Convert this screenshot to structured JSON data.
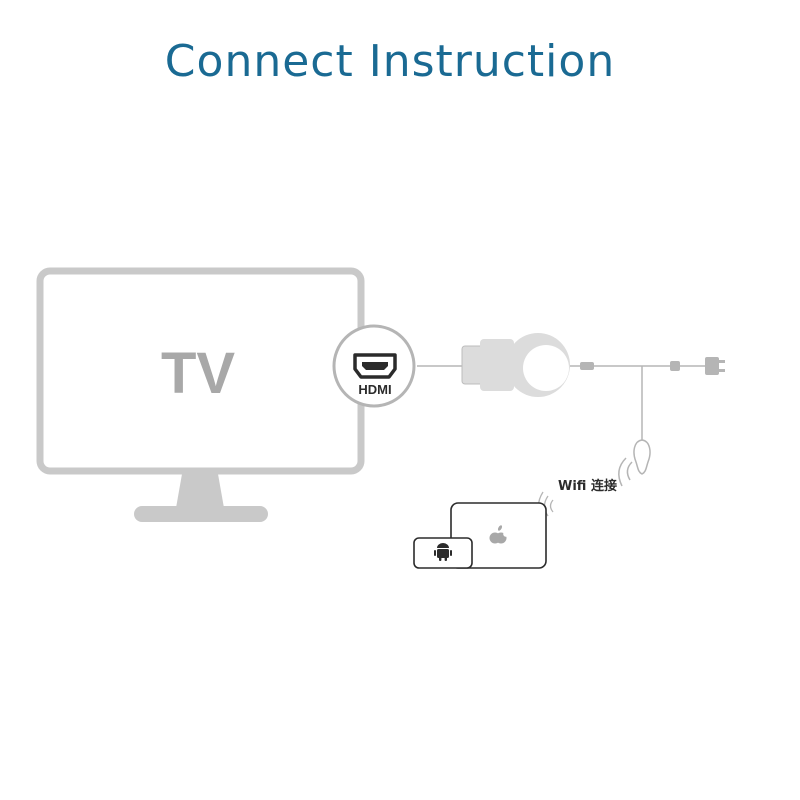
{
  "title": "Connect Instruction",
  "tv": {
    "label": "TV"
  },
  "hdmi": {
    "label": "HDMI"
  },
  "wifi": {
    "label": "Wifi 连接"
  },
  "colors": {
    "title": "#1a6a93",
    "tv_frame": "#c9c9c9",
    "tv_label": "#a8a8a8",
    "line": "#b5b5b5",
    "device": "#2b2b2b",
    "dongle": "#dcdcdc"
  },
  "icons": {
    "port": "hdmi-port-icon",
    "phone_os": "android-icon",
    "tablet_os": "apple-icon"
  }
}
